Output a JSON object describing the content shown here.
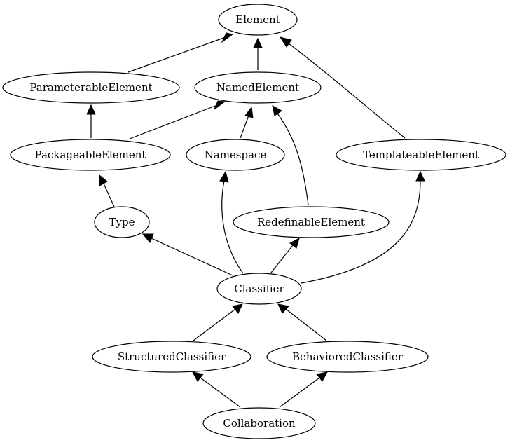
{
  "nodes": {
    "element": "Element",
    "parameterable_element": "ParameterableElement",
    "named_element": "NamedElement",
    "packageable_element": "PackageableElement",
    "namespace": "Namespace",
    "templateable_element": "TemplateableElement",
    "type": "Type",
    "redefinable_element": "RedefinableElement",
    "classifier": "Classifier",
    "structured_classifier": "StructuredClassifier",
    "behaviored_classifier": "BehavioredClassifier",
    "collaboration": "Collaboration"
  },
  "edges": [
    {
      "from": "parameterable_element",
      "to": "element"
    },
    {
      "from": "named_element",
      "to": "element"
    },
    {
      "from": "templateable_element",
      "to": "element"
    },
    {
      "from": "packageable_element",
      "to": "parameterable_element"
    },
    {
      "from": "packageable_element",
      "to": "named_element"
    },
    {
      "from": "namespace",
      "to": "named_element"
    },
    {
      "from": "redefinable_element",
      "to": "named_element"
    },
    {
      "from": "type",
      "to": "packageable_element"
    },
    {
      "from": "classifier",
      "to": "type"
    },
    {
      "from": "classifier",
      "to": "namespace"
    },
    {
      "from": "classifier",
      "to": "redefinable_element"
    },
    {
      "from": "classifier",
      "to": "templateable_element"
    },
    {
      "from": "structured_classifier",
      "to": "classifier"
    },
    {
      "from": "behaviored_classifier",
      "to": "classifier"
    },
    {
      "from": "collaboration",
      "to": "structured_classifier"
    },
    {
      "from": "collaboration",
      "to": "behaviored_classifier"
    }
  ]
}
